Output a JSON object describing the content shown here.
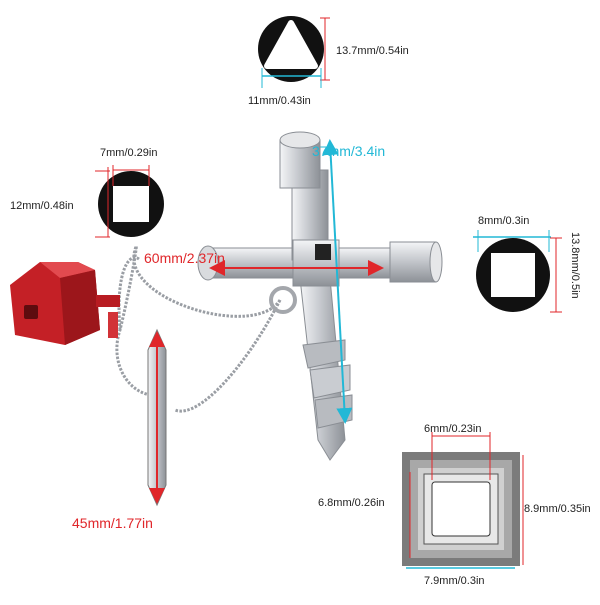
{
  "labels": {
    "triangle_height": "13.7mm/0.54in",
    "triangle_width": "11mm/0.43in",
    "length_key": "37mm/3.4in",
    "square7_width": "7mm/0.29in",
    "square7_height": "12mm/0.48in",
    "width_key": "60mm/2.37in",
    "square8_width": "8mm/0.3in",
    "square8_height": "13.8mm/0.5in",
    "bit_length": "45mm/1.77in",
    "nest_6": "6mm/0.23in",
    "nest_68": "6.8mm/0.26in",
    "nest_89": "8.9mm/0.35in",
    "nest_79": "7.9mm/0.3in"
  },
  "colors": {
    "arrow_red": "#e0262a",
    "arrow_cyan": "#22b8d6",
    "metal": "#c9ccd1",
    "cap_red": "#c42026",
    "outline": "#111111"
  },
  "icons": {
    "key": "cross-key-icon",
    "cap": "red-cap-icon",
    "bit": "screwdriver-bit-icon",
    "chain": "ball-chain-icon"
  }
}
